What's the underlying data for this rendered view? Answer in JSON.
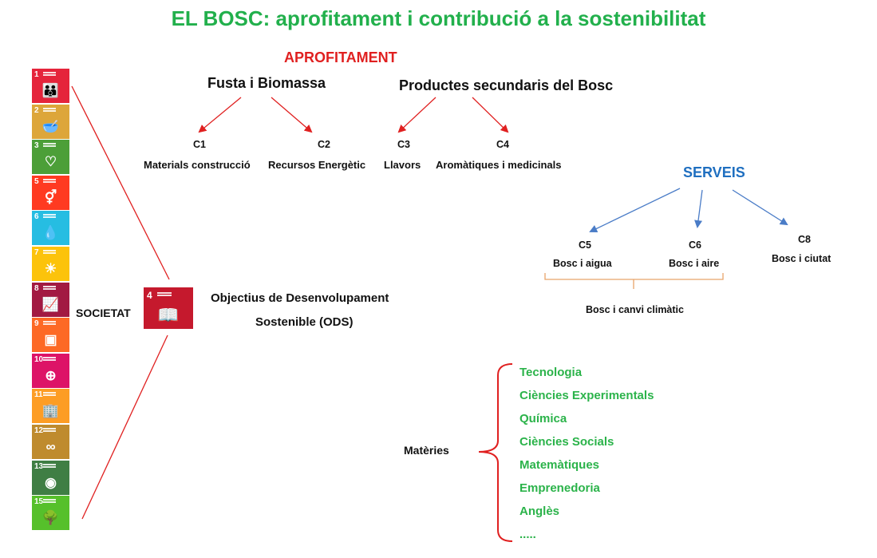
{
  "title": "EL BOSC: aprofitament i contribució a la  sostenibilitat",
  "aprofitament": {
    "heading": "APROFITAMENT",
    "groups": [
      {
        "label": "Fusta i Biomassa"
      },
      {
        "label": "Productes secundaris del Bosc"
      }
    ],
    "items": [
      {
        "code": "C1",
        "label": "Materials construcció"
      },
      {
        "code": "C2",
        "label": "Recursos Energètic"
      },
      {
        "code": "C3",
        "label": "Llavors"
      },
      {
        "code": "C4",
        "label": "Aromàtiques i medicinals"
      }
    ],
    "arrow_color": "#e02020"
  },
  "serveis": {
    "heading": "SERVEIS",
    "items": [
      {
        "code": "C5",
        "label": "Bosc i aigua"
      },
      {
        "code": "C6",
        "label": "Bosc i aire"
      },
      {
        "code": "C8",
        "label": "Bosc i ciutat"
      }
    ],
    "bracket_label": "Bosc i canvi climàtic",
    "arrow_color": "#4a7cc7",
    "bracket_color": "#e8a36a"
  },
  "societat": {
    "label": "SOCIETAT",
    "ods_line1": "Objectius de Desenvolupament",
    "ods_line2": "Sostenible (ODS)",
    "highlight_goal": {
      "number": "4",
      "color": "#c5192d",
      "icon": "book-icon"
    }
  },
  "sdg_goals": [
    {
      "number": "1",
      "color": "#e5243b",
      "icon": "people-icon"
    },
    {
      "number": "2",
      "color": "#dda63a",
      "icon": "bowl-icon"
    },
    {
      "number": "3",
      "color": "#4c9f38",
      "icon": "heartbeat-icon"
    },
    {
      "number": "5",
      "color": "#ff3a21",
      "icon": "gender-icon"
    },
    {
      "number": "6",
      "color": "#26bde2",
      "icon": "water-drop-icon"
    },
    {
      "number": "7",
      "color": "#fcc30b",
      "icon": "sun-icon"
    },
    {
      "number": "8",
      "color": "#a21942",
      "icon": "growth-chart-icon"
    },
    {
      "number": "9",
      "color": "#fd6925",
      "icon": "cubes-icon"
    },
    {
      "number": "10",
      "color": "#dd1367",
      "icon": "equality-icon"
    },
    {
      "number": "11",
      "color": "#fd9d24",
      "icon": "city-icon"
    },
    {
      "number": "12",
      "color": "#bf8b2e",
      "icon": "infinity-icon"
    },
    {
      "number": "13",
      "color": "#3f7e44",
      "icon": "eye-globe-icon"
    },
    {
      "number": "15",
      "color": "#56c02b",
      "icon": "tree-icon"
    }
  ],
  "materies": {
    "label": "Matèries",
    "subjects": [
      "Tecnologia",
      "Ciències Experimentals",
      "Química",
      "Ciències Socials",
      "Matemàtiques",
      "Emprenedoria",
      "Anglès",
      "....."
    ],
    "brace_color": "#e02020",
    "text_color": "#2bb34a"
  },
  "colors": {
    "title": "#22b04c",
    "societat_lines": "#e02020"
  }
}
